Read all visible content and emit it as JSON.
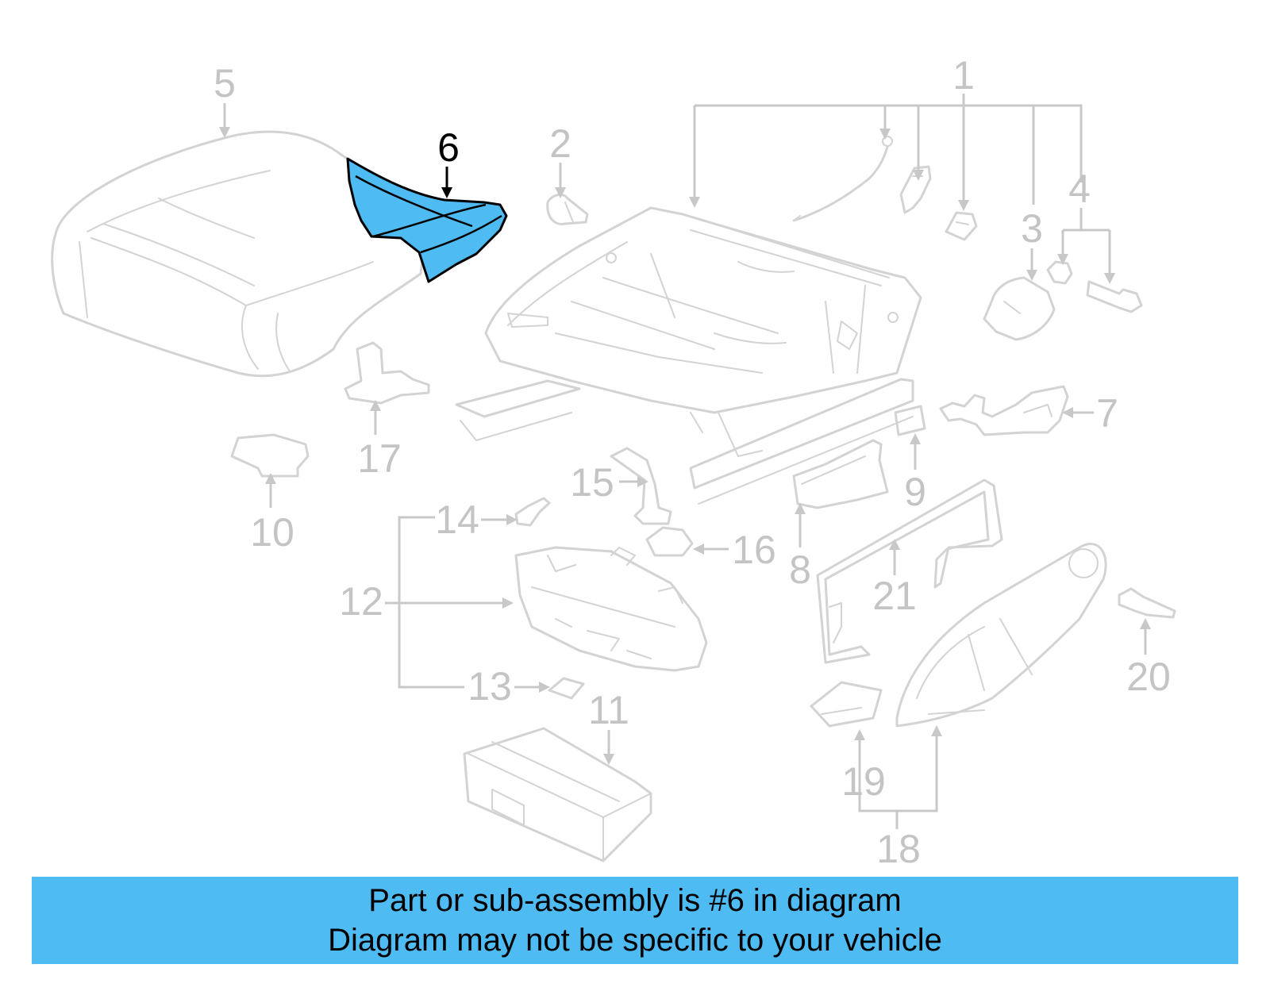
{
  "banner": {
    "line1": "Part or sub-assembly is #6 in diagram",
    "line2": "Diagram may not be specific to your vehicle",
    "color": "#4fbbf3"
  },
  "highlight": {
    "part_number": "6",
    "color": "#4fbbf3"
  },
  "callouts": {
    "c1": "1",
    "c2": "2",
    "c3": "3",
    "c4": "4",
    "c5": "5",
    "c6": "6",
    "c7": "7",
    "c8": "8",
    "c9": "9",
    "c10": "10",
    "c11": "11",
    "c12": "12",
    "c13": "13",
    "c14": "14",
    "c15": "15",
    "c16": "16",
    "c17": "17",
    "c18": "18",
    "c19": "19",
    "c20": "20",
    "c21": "21"
  }
}
